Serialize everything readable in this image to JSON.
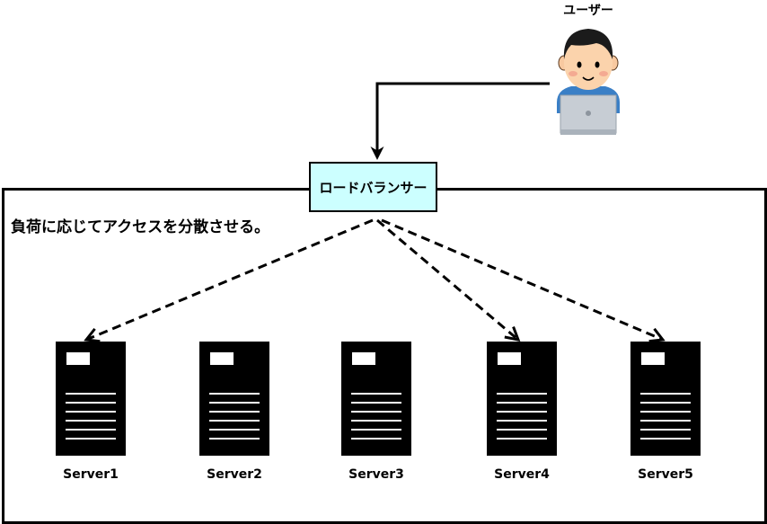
{
  "user": {
    "label": "ユーザー",
    "icon": "user-with-laptop-icon"
  },
  "load_balancer": {
    "label": "ロードバランサー",
    "fill": "#ccffff"
  },
  "caption": "負荷に応じてアクセスを分散させる。",
  "servers": [
    {
      "label": "Server1",
      "icon": "server-icon",
      "connected": true
    },
    {
      "label": "Server2",
      "icon": "server-icon",
      "connected": false
    },
    {
      "label": "Server3",
      "icon": "server-icon",
      "connected": false
    },
    {
      "label": "Server4",
      "icon": "server-icon",
      "connected": true
    },
    {
      "label": "Server5",
      "icon": "server-icon",
      "connected": true
    }
  ]
}
